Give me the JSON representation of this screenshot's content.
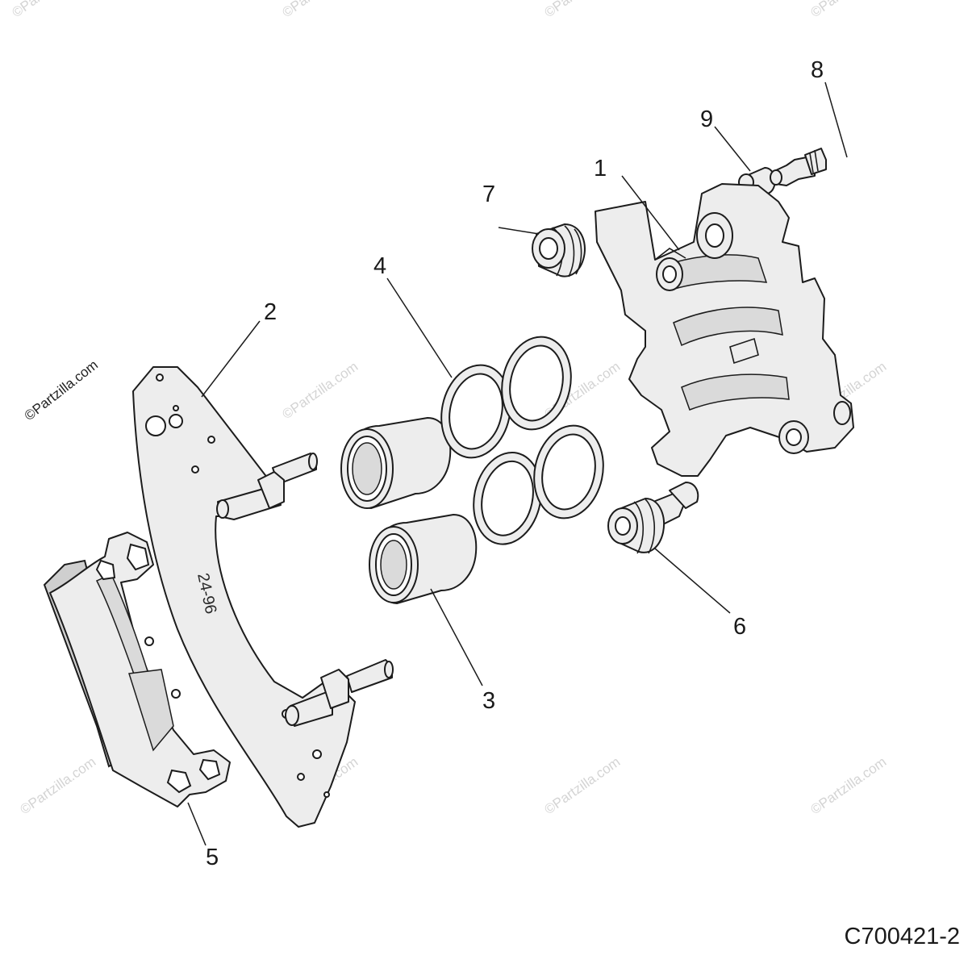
{
  "diagram": {
    "figure_number": "C700421-2",
    "watermark_main": "©Partzilla.com",
    "watermark_repeat": "©Partzilla.com",
    "bracket_marking": "24-96",
    "callouts": [
      {
        "id": "c1",
        "label": "1"
      },
      {
        "id": "c2",
        "label": "2"
      },
      {
        "id": "c3",
        "label": "3"
      },
      {
        "id": "c4",
        "label": "4"
      },
      {
        "id": "c5",
        "label": "5"
      },
      {
        "id": "c6",
        "label": "6"
      },
      {
        "id": "c7",
        "label": "7"
      },
      {
        "id": "c8",
        "label": "8"
      },
      {
        "id": "c9",
        "label": "9"
      }
    ]
  }
}
